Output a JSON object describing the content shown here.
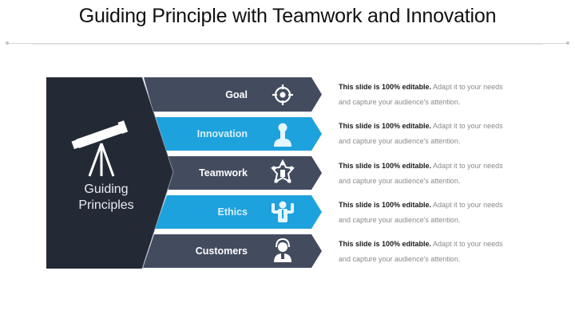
{
  "title": "Guiding Principle with Teamwork and Innovation",
  "hub": {
    "line1": "Guiding",
    "line2": "Principles",
    "icon": "telescope-icon"
  },
  "colors": {
    "hub": "#232a35",
    "dark_bar": "#434c5f",
    "blue_bar": "#1ea2dd",
    "dark_bar_text": "#ffffff",
    "blue_bar_text": "#d9f1fb"
  },
  "items": [
    {
      "label": "Goal",
      "icon": "target-crosshair-icon",
      "style": "dark",
      "desc_bold": "This slide is 100% editable.",
      "desc_rest": " Adapt it to your needs",
      "desc_line2": "and capture your audience's attention."
    },
    {
      "label": "Innovation",
      "icon": "lightbulb-person-icon",
      "style": "blue",
      "desc_bold": "This slide is 100% editable.",
      "desc_rest": " Adapt it to your needs",
      "desc_line2": "and capture your audience's attention."
    },
    {
      "label": "Teamwork",
      "icon": "team-star-icon",
      "style": "dark",
      "desc_bold": "This slide is 100% editable.",
      "desc_rest": " Adapt it to your needs",
      "desc_line2": "and capture your audience's attention."
    },
    {
      "label": "Ethics",
      "icon": "person-arms-raised-icon",
      "style": "blue",
      "desc_bold": "This slide is 100% editable.",
      "desc_rest": " Adapt it to your needs",
      "desc_line2": "and capture your audience's attention."
    },
    {
      "label": "Customers",
      "icon": "customer-headset-icon",
      "style": "dark",
      "desc_bold": "This slide is 100% editable.",
      "desc_rest": " Adapt it to your needs",
      "desc_line2": "and capture your audience's attention."
    }
  ]
}
